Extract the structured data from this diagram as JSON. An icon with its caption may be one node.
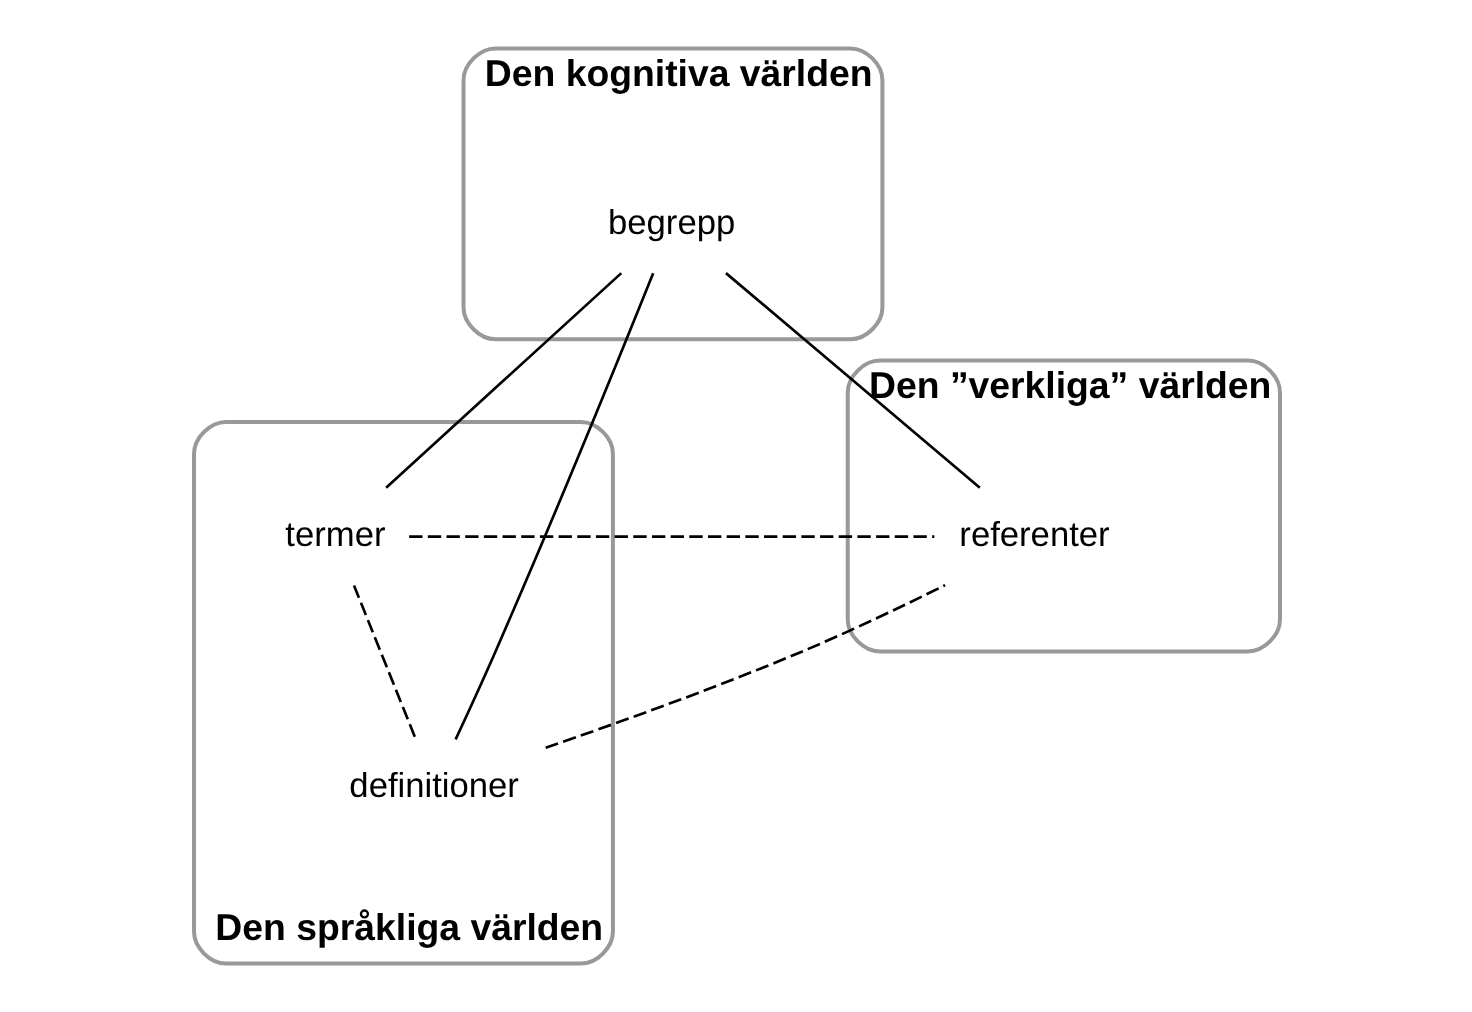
{
  "diagram": {
    "nodes": [
      {
        "text": [
          "Den kognitiva världen"
        ]
      },
      {
        "text": [
          "begrepp"
        ],
        "in": 0
      },
      {
        "text": [
          "Den ”verkliga” världen"
        ]
      },
      {
        "text": [
          "referenter"
        ],
        "in": 2
      },
      {
        "text": [
          "Den språkliga världen"
        ]
      },
      {
        "text": [
          "termer"
        ],
        "in": 4
      },
      {
        "text": [
          "definitioner"
        ],
        "in": 4
      }
    ],
    "edges": [
      {
        "from": 1,
        "to": 5,
        "arrow": "none"
      },
      {
        "from": 1,
        "to": 6,
        "arrow": "none"
      },
      {
        "from": 1,
        "to": 3,
        "arrow": "none"
      },
      {
        "from": 5,
        "to": 3,
        "arrow": "none",
        "style": "dashed"
      },
      {
        "from": 5,
        "to": 6,
        "arrow": "none",
        "style": "dashed"
      },
      {
        "from": 6,
        "to": 3,
        "arrow": "none",
        "style": "dashed"
      }
    ]
  }
}
